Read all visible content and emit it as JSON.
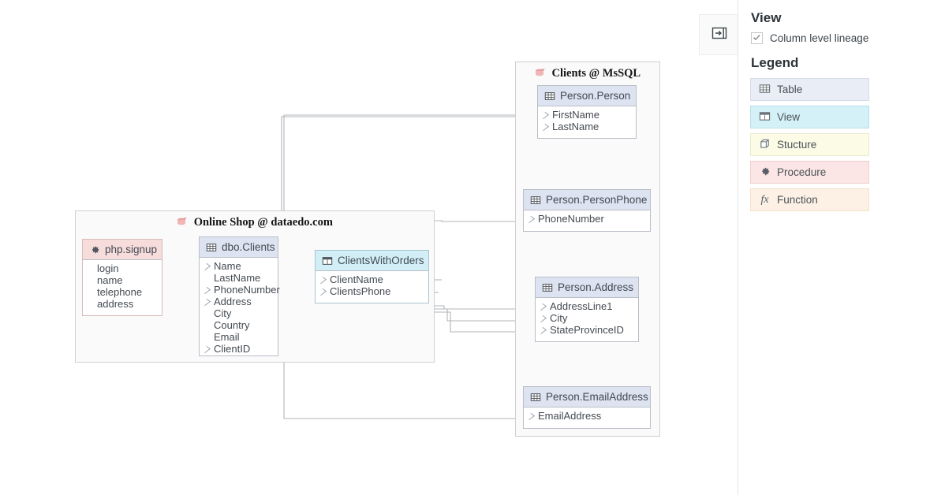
{
  "collapse_button": {
    "icon": "panel-collapse-icon"
  },
  "sidebar": {
    "view_heading": "View",
    "column_level_lineage": {
      "label": "Column level lineage",
      "checked": true,
      "icon": "check-icon"
    },
    "legend_heading": "Legend",
    "legend_items": [
      {
        "label": "Table",
        "icon": "table-icon",
        "color": "#e9edf6"
      },
      {
        "label": "View",
        "icon": "view-icon",
        "color": "#d5f1f8"
      },
      {
        "label": "Stucture",
        "icon": "structure-icon",
        "color": "#fbfbe6"
      },
      {
        "label": "Procedure",
        "icon": "gear-icon",
        "color": "#fbe5e5"
      },
      {
        "label": "Function",
        "icon": "function-icon",
        "color": "#fdf1e6"
      }
    ]
  },
  "diagram": {
    "containers": [
      {
        "id": "online-shop",
        "title": "Online Shop @ dataedo.com",
        "icon": "database-icon"
      },
      {
        "id": "mssql",
        "title": "Clients @ MsSQL",
        "icon": "database-icon"
      }
    ],
    "entities": [
      {
        "id": "php-signup",
        "name": "php.signup",
        "type": "procedure",
        "icon": "gear-icon",
        "columns": [
          {
            "name": "login",
            "has_input": false
          },
          {
            "name": "name",
            "has_input": false
          },
          {
            "name": "telephone",
            "has_input": false
          },
          {
            "name": "address",
            "has_input": false
          }
        ]
      },
      {
        "id": "dbo-clients",
        "name": "dbo.Clients",
        "type": "table",
        "icon": "table-icon",
        "columns": [
          {
            "name": "Name",
            "has_input": true
          },
          {
            "name": "LastName",
            "has_input": false
          },
          {
            "name": "PhoneNumber",
            "has_input": true
          },
          {
            "name": "Address",
            "has_input": true
          },
          {
            "name": "City",
            "has_input": false
          },
          {
            "name": "Country",
            "has_input": false
          },
          {
            "name": "Email",
            "has_input": false
          },
          {
            "name": "ClientID",
            "has_input": true
          }
        ]
      },
      {
        "id": "clients-with-orders",
        "name": "ClientsWithOrders",
        "type": "view",
        "icon": "view-icon",
        "columns": [
          {
            "name": "ClientName",
            "has_input": true
          },
          {
            "name": "ClientsPhone",
            "has_input": true
          }
        ]
      },
      {
        "id": "person-person",
        "name": "Person.Person",
        "type": "table",
        "icon": "table-icon",
        "columns": [
          {
            "name": "FirstName",
            "has_input": true
          },
          {
            "name": "LastName",
            "has_input": true
          }
        ]
      },
      {
        "id": "person-personphone",
        "name": "Person.PersonPhone",
        "type": "table",
        "icon": "table-icon",
        "columns": [
          {
            "name": "PhoneNumber",
            "has_input": true
          }
        ]
      },
      {
        "id": "person-address",
        "name": "Person.Address",
        "type": "table",
        "icon": "table-icon",
        "columns": [
          {
            "name": "AddressLine1",
            "has_input": true
          },
          {
            "name": "City",
            "has_input": true
          },
          {
            "name": "StateProvinceID",
            "has_input": true
          }
        ]
      },
      {
        "id": "person-emailaddress",
        "name": "Person.EmailAddress",
        "type": "table",
        "icon": "table-icon",
        "columns": [
          {
            "name": "EmailAddress",
            "has_input": true
          }
        ]
      }
    ]
  }
}
